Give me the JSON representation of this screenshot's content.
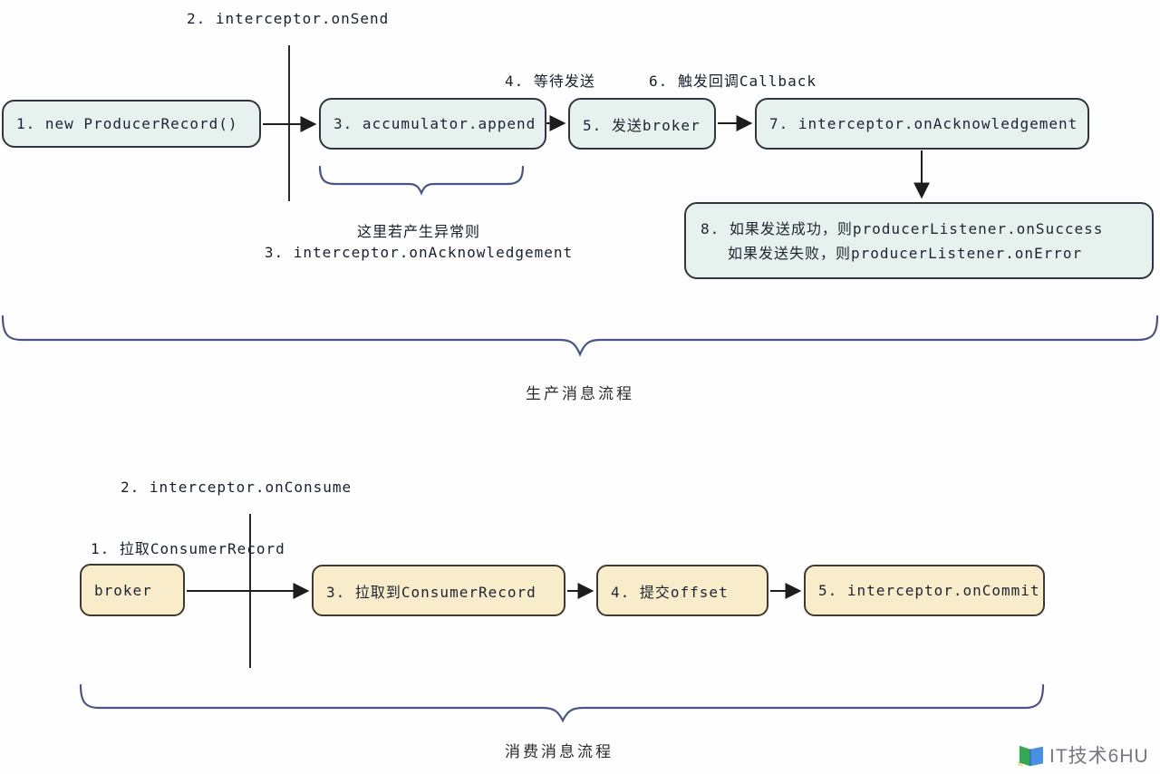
{
  "producer": {
    "title": "生产消息流程",
    "box1": "1. new ProducerRecord()",
    "box3": "3. accumulator.append",
    "box5": "5. 发送broker",
    "box7": "7. interceptor.onAcknowledgement",
    "box8_line1": "8. 如果发送成功，则producerListener.onSuccess",
    "box8_line2": "如果发送失败，则producerListener.onError",
    "label_on_send": "2. interceptor.onSend",
    "label_wait_send": "4. 等待发送",
    "label_callback": "6. 触发回调Callback",
    "note_line1": "这里若产生异常则",
    "note_line2": "3. interceptor.onAcknowledgement"
  },
  "consumer": {
    "title": "消费消息流程",
    "broker": "broker",
    "box3": "3. 拉取到ConsumerRecord",
    "box4": "4. 提交offset",
    "box5": "5. interceptor.onCommit",
    "label_on_consume": "2. interceptor.onConsume",
    "label_pull": "1. 拉取ConsumerRecord"
  },
  "watermark": {
    "text": "IT技术6HU"
  },
  "colors": {
    "producer_box_fill": "#e7f2ee",
    "producer_box_border": "#2f3542",
    "consumer_box_fill": "#f9ecca",
    "consumer_box_border": "#3d3a30",
    "arrow": "#1d1d1d",
    "brace": "#4b5581",
    "text": "#1d2433",
    "watermark_text": "#75787e",
    "watermark_green": "#34a853",
    "watermark_blue": "#4a90e2"
  }
}
